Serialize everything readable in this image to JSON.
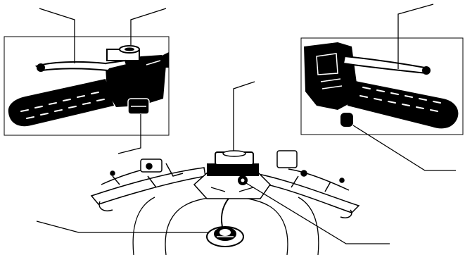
{
  "figure": {
    "type": "motorcycle-handlebar-controls-line-drawing",
    "labels": [],
    "colors": {
      "ink": "#000000",
      "paper": "#ffffff"
    },
    "callout_count": 7,
    "panels": [
      "left-handlebar-detail",
      "right-handlebar-detail",
      "overview-handlebar-and-tank"
    ]
  }
}
